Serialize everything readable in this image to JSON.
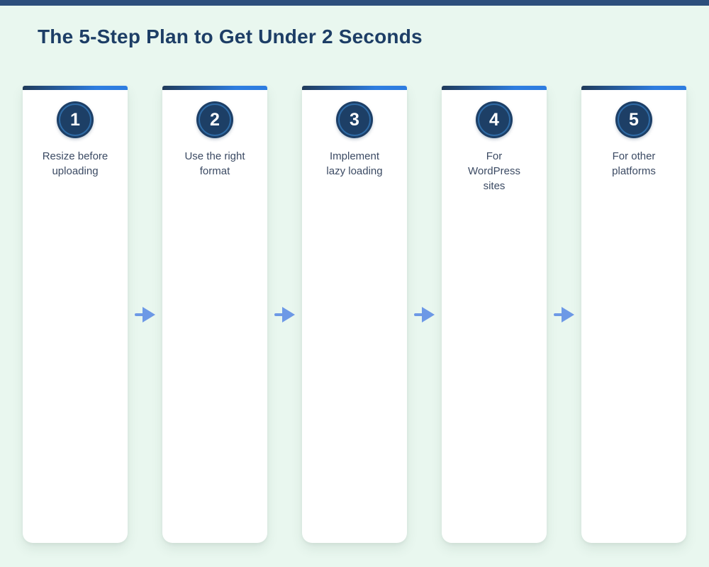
{
  "page": {
    "title": "The 5-Step Plan to Get Under 2 Seconds"
  },
  "colors": {
    "background": "#e9f7ef",
    "top_bar": "#2d4f7c",
    "title": "#1d3e66",
    "card_background": "#ffffff",
    "card_bar_start": "#1f3a5a",
    "card_bar_end": "#2e7de0",
    "circle_fill": "#1d3f66",
    "circle_ring": "#2f6ba6",
    "circle_number": "#ffffff",
    "label_text": "#3b4a63",
    "arrow": "#6d99e6"
  },
  "steps": [
    {
      "number": "1",
      "label": "Resize before uploading",
      "lines": [
        "Resize before",
        "uploading"
      ]
    },
    {
      "number": "2",
      "label": "Use the right format",
      "lines": [
        "Use the right",
        "format"
      ]
    },
    {
      "number": "3",
      "label": "Implement lazy loading",
      "lines": [
        "Implement",
        "lazy loading"
      ]
    },
    {
      "number": "4",
      "label": "For WordPress sites",
      "lines": [
        "For",
        "WordPress",
        "sites"
      ]
    },
    {
      "number": "5",
      "label": "For other platforms",
      "lines": [
        "For other",
        "platforms"
      ]
    }
  ]
}
